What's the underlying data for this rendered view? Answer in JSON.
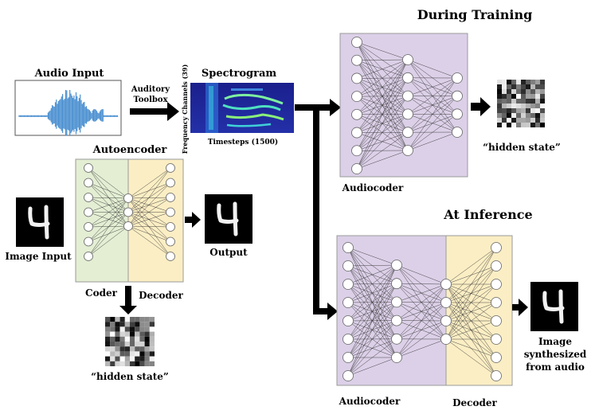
{
  "titles": {
    "during_training": "During Training",
    "at_inference": "At Inference"
  },
  "labels": {
    "audio_input": "Audio Input",
    "auditory_toolbox_line1": "Auditory",
    "auditory_toolbox_line2": "Toolbox",
    "spectrogram": "Spectrogram",
    "frequency_channels": "Frequency Channels (39)",
    "timesteps": "Timesteps (1500)",
    "autoencoder": "Autoencoder",
    "image_input": "Image Input",
    "output": "Output",
    "coder": "Coder",
    "decoder_left": "Decoder",
    "hidden_state_left": "“hidden state”",
    "hidden_state_right": "“hidden state”",
    "audiocoder_training": "Audiocoder",
    "audiocoder_inference": "Audiocoder",
    "decoder_inference": "Decoder",
    "synth_line1": "Image",
    "synth_line2": "synthesized",
    "synth_line3": "from audio"
  },
  "colors": {
    "coder_fill": "#e3eed3",
    "decoder_fill": "#fbeec4",
    "audiocoder_fill": "#dcd0e8",
    "box_stroke": "#9a9a9a",
    "arrow": "#000000",
    "waveform": "#4a8fd0",
    "spectrogram_bg": "#1a1f8c"
  },
  "icons": {
    "mnist_digit": "handwritten-4-icon",
    "noise_pattern": "hidden-state-noise-icon"
  }
}
